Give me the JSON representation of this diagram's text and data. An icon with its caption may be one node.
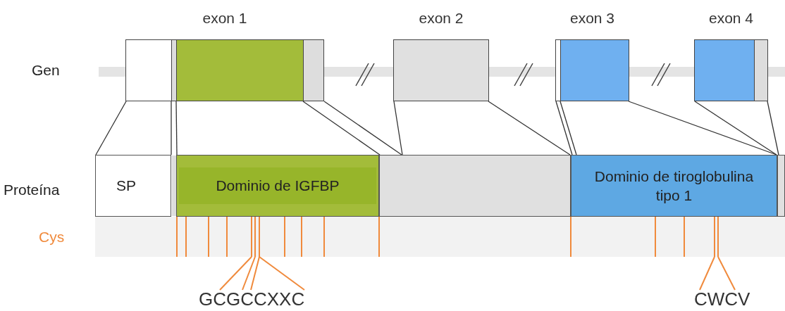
{
  "diagram": {
    "nodes": [
      {
        "text": [
          "exon 1"
        ]
      },
      {
        "text": [
          "exon 2"
        ]
      },
      {
        "text": [
          "exon 3"
        ]
      },
      {
        "text": [
          "exon 4"
        ]
      },
      {
        "text": [
          "SP"
        ]
      },
      {
        "text": [
          "Dominio de IGFBP"
        ]
      },
      {
        "text": [],
        "shape": "box"
      },
      {
        "text": [
          "Dominio de tiroglobulina tipo 1"
        ]
      },
      {
        "text": [],
        "shape": "box"
      }
    ],
    "edges": [
      {
        "from": 0,
        "to": 4,
        "arrow": "none"
      },
      {
        "from": 0,
        "to": 4,
        "arrow": "none"
      },
      {
        "from": 0,
        "to": 5,
        "arrow": "none"
      },
      {
        "from": 0,
        "to": 6,
        "arrow": "none"
      },
      {
        "from": 0,
        "to": 6,
        "arrow": "none"
      },
      {
        "from": 1,
        "to": 6,
        "arrow": "none"
      },
      {
        "from": 1,
        "to": 6,
        "arrow": "none"
      },
      {
        "from": 2,
        "to": 7,
        "arrow": "none"
      },
      {
        "from": 2,
        "to": 7,
        "arrow": "none"
      },
      {
        "from": 2,
        "to": 7,
        "arrow": "none"
      },
      {
        "from": 3,
        "to": 7,
        "arrow": "none"
      },
      {
        "from": 3,
        "to": 8,
        "arrow": "none"
      }
    ],
    "labels": [
      "Gen",
      "Proteína",
      "Cys",
      "GCGCCXXC",
      "CWCV"
    ]
  }
}
